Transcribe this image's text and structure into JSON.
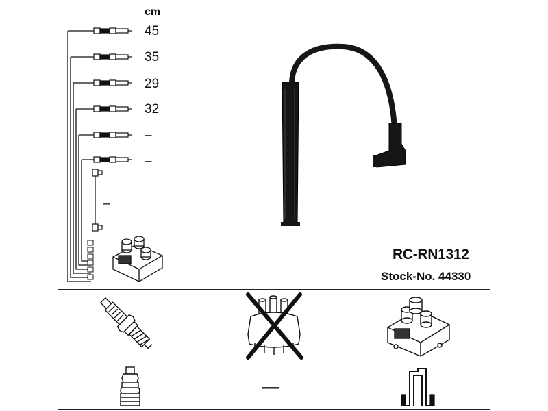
{
  "header": {
    "unit": "cm"
  },
  "leads": [
    {
      "length": "45"
    },
    {
      "length": "35"
    },
    {
      "length": "29"
    },
    {
      "length": "32"
    },
    {
      "length": "–"
    },
    {
      "length": "–"
    }
  ],
  "coil_lead": {
    "length": "–"
  },
  "product": {
    "code": "RC-RN1312",
    "stock": "Stock-No. 44330"
  },
  "bottom_row": {
    "middle_value": "—"
  },
  "icons": [
    "spark-plug-icon",
    "distributor-cap-crossed-icon",
    "ignition-coil-icon",
    "plug-boot-icon",
    "terminal-icon"
  ]
}
